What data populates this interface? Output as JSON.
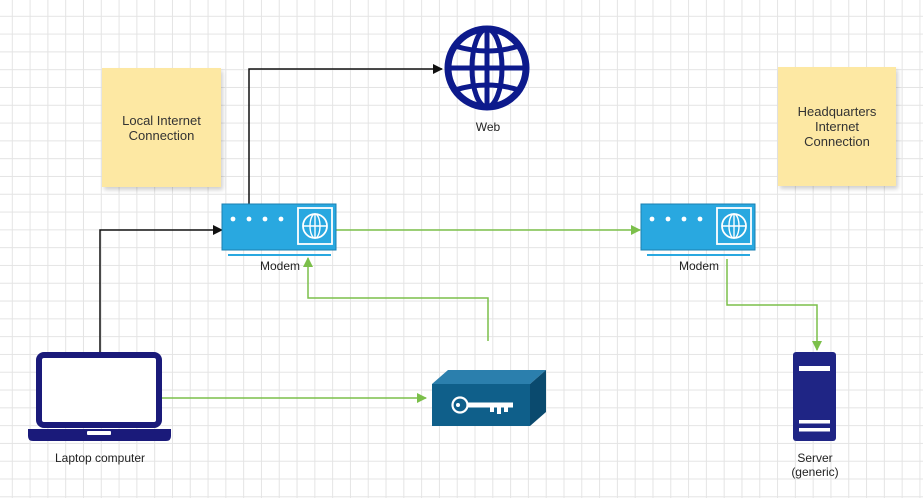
{
  "notes": {
    "local": "Local Internet\nConnection",
    "hq": "Headquarters\nInternet\nConnection"
  },
  "labels": {
    "web": "Web",
    "modem_left": "Modem",
    "modem_right": "Modem",
    "laptop": "Laptop computer",
    "server": "Server\n(generic)"
  },
  "colors": {
    "note": "#fde8a3",
    "modem": "#29a8e0",
    "modem_dark": "#1a7fb0",
    "globe": "#0d1a8c",
    "laptop": "#1a1a7a",
    "server": "#1f2585",
    "key_box": "#0f5f8a",
    "black_link": "#111111",
    "green_link": "#7bbf4a"
  },
  "icons": {
    "web": "globe-icon",
    "modem": "modem-icon",
    "laptop": "laptop-icon",
    "server": "server-icon",
    "key": "key-box-icon"
  }
}
